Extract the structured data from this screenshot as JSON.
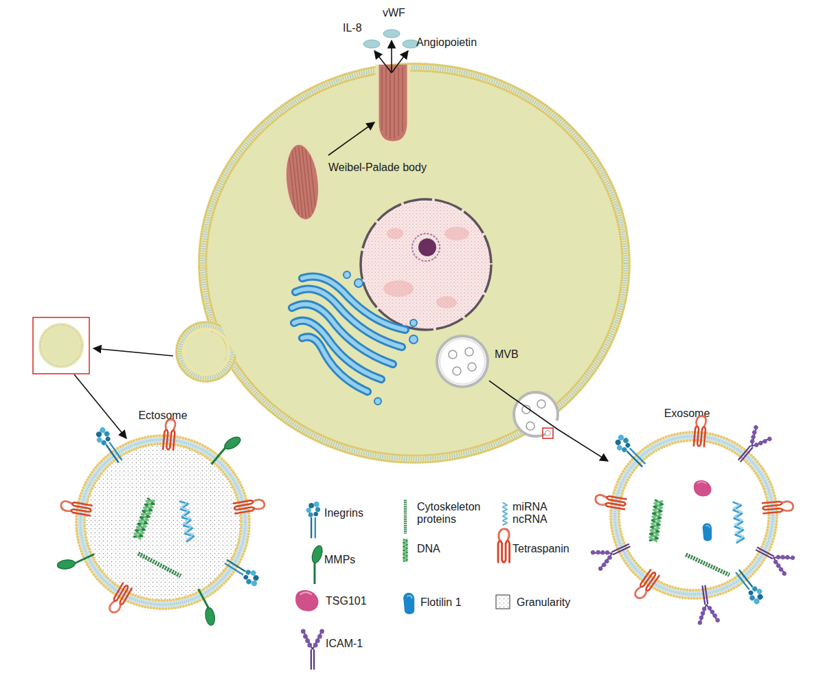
{
  "diagram": {
    "nodes": [
      {
        "text": [
          "Weibel-Palade body"
        ]
      },
      {
        "text": [
          "MVB"
        ]
      },
      {
        "text": [
          "Ectosome"
        ]
      },
      {
        "text": [
          "Exosome"
        ]
      }
    ],
    "edges": [
      {
        "from": 1,
        "to": 3,
        "arrow": "to"
      }
    ],
    "labels": [
      "IL-8",
      "vWF",
      "Angiopoietin"
    ],
    "legend": [
      {
        "text": "Inegrins"
      },
      {
        "text": "MMPs"
      },
      {
        "text": "TSG101"
      },
      {
        "text": "ICAM-1"
      },
      {
        "text": "Cytoskeleton proteins"
      },
      {
        "text": "DNA"
      },
      {
        "text": "Flotilin 1"
      },
      {
        "text": "miRNA ncRNA"
      },
      {
        "text": "Tetraspanin"
      },
      {
        "text": "Granularity"
      }
    ]
  }
}
